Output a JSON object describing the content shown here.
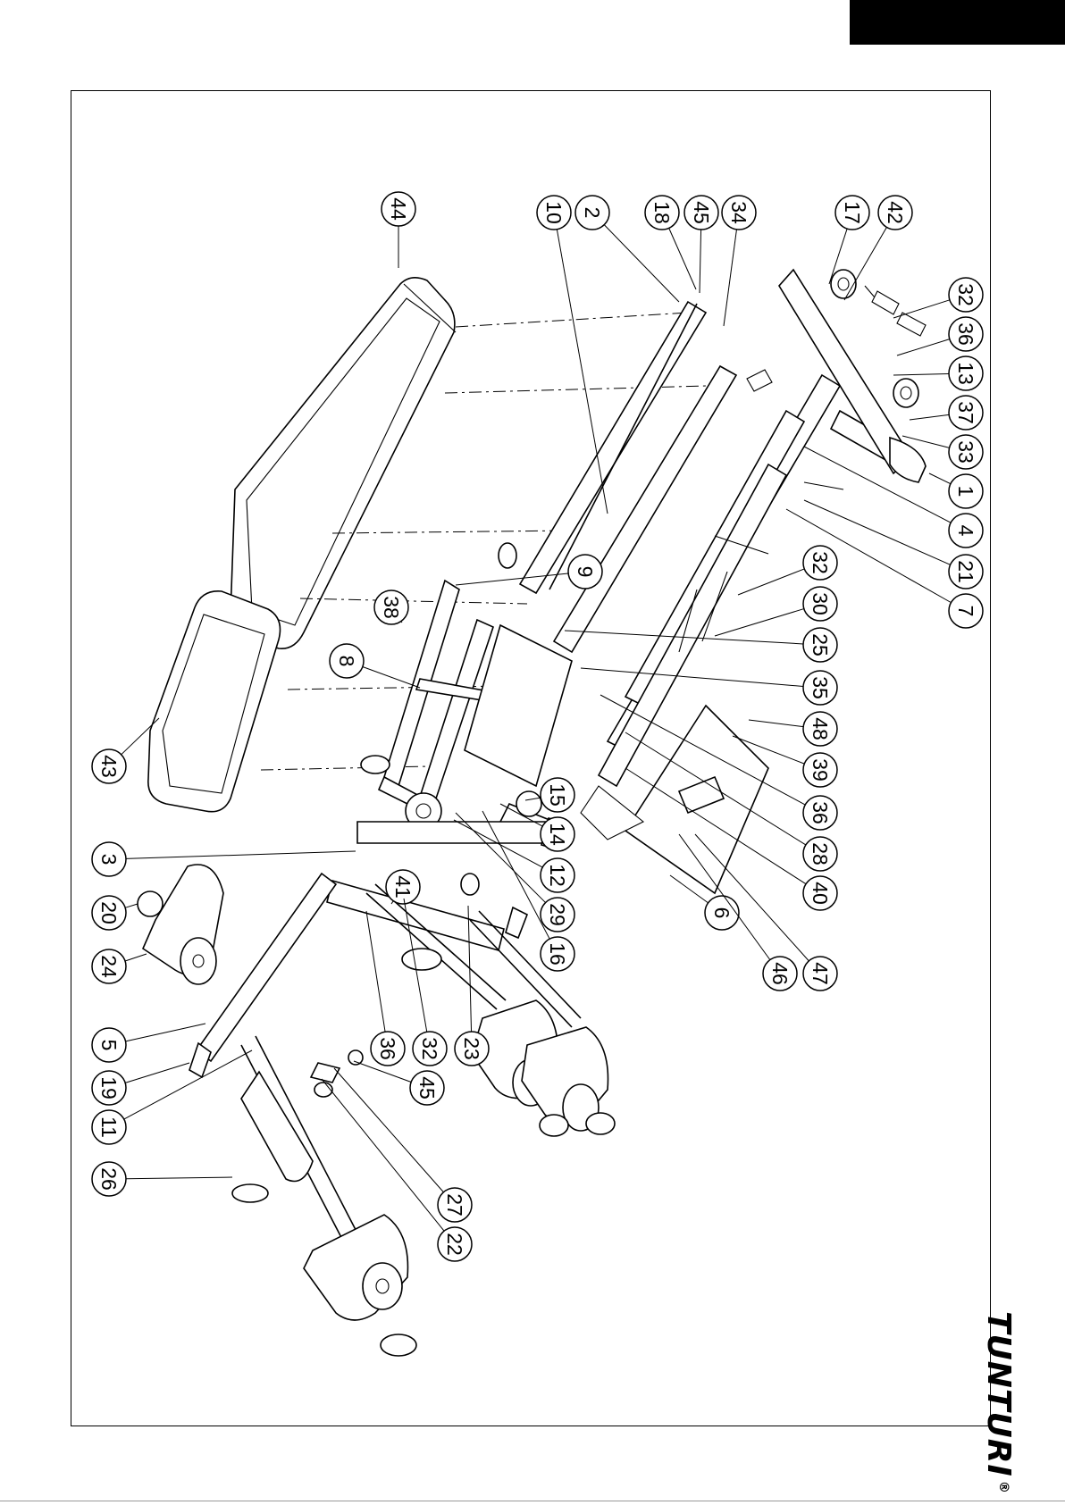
{
  "page": {
    "brand": "TUNTURI",
    "registered_mark": "®"
  },
  "diagram": {
    "title": "",
    "parts": [
      {
        "id": "44",
        "label": "44"
      },
      {
        "id": "10",
        "label": "10"
      },
      {
        "id": "2",
        "label": "2"
      },
      {
        "id": "18",
        "label": "18"
      },
      {
        "id": "45",
        "label": "45"
      },
      {
        "id": "34",
        "label": "34"
      },
      {
        "id": "17",
        "label": "17"
      },
      {
        "id": "42",
        "label": "42"
      },
      {
        "id": "32",
        "label": "32"
      },
      {
        "id": "36",
        "label": "36"
      },
      {
        "id": "13",
        "label": "13"
      },
      {
        "id": "37",
        "label": "37"
      },
      {
        "id": "33",
        "label": "33"
      },
      {
        "id": "1",
        "label": "1"
      },
      {
        "id": "4",
        "label": "4"
      },
      {
        "id": "21",
        "label": "21"
      },
      {
        "id": "7",
        "label": "7"
      },
      {
        "id": "9",
        "label": "9"
      },
      {
        "id": "38",
        "label": "38"
      },
      {
        "id": "8",
        "label": "8"
      },
      {
        "id": "43",
        "label": "43"
      },
      {
        "id": "3",
        "label": "3"
      },
      {
        "id": "20",
        "label": "20"
      },
      {
        "id": "24",
        "label": "24"
      },
      {
        "id": "41",
        "label": "41"
      },
      {
        "id": "5",
        "label": "5"
      },
      {
        "id": "19",
        "label": "19"
      },
      {
        "id": "11",
        "label": "11"
      },
      {
        "id": "26",
        "label": "26"
      },
      {
        "id": "22",
        "label": "22"
      },
      {
        "id": "27",
        "label": "27"
      },
      {
        "id": "45b",
        "label": "45"
      },
      {
        "id": "36b",
        "label": "36"
      },
      {
        "id": "32b",
        "label": "32"
      },
      {
        "id": "23",
        "label": "23"
      },
      {
        "id": "16",
        "label": "16"
      },
      {
        "id": "29",
        "label": "29"
      },
      {
        "id": "12",
        "label": "12"
      },
      {
        "id": "14",
        "label": "14"
      },
      {
        "id": "15",
        "label": "15"
      },
      {
        "id": "6",
        "label": "6"
      },
      {
        "id": "46",
        "label": "46"
      },
      {
        "id": "47",
        "label": "47"
      },
      {
        "id": "40",
        "label": "40"
      },
      {
        "id": "28",
        "label": "28"
      },
      {
        "id": "36c",
        "label": "36"
      },
      {
        "id": "39",
        "label": "39"
      },
      {
        "id": "48",
        "label": "48"
      },
      {
        "id": "35",
        "label": "35"
      },
      {
        "id": "25",
        "label": "25"
      },
      {
        "id": "30",
        "label": "30"
      },
      {
        "id": "32c",
        "label": "32"
      }
    ]
  }
}
